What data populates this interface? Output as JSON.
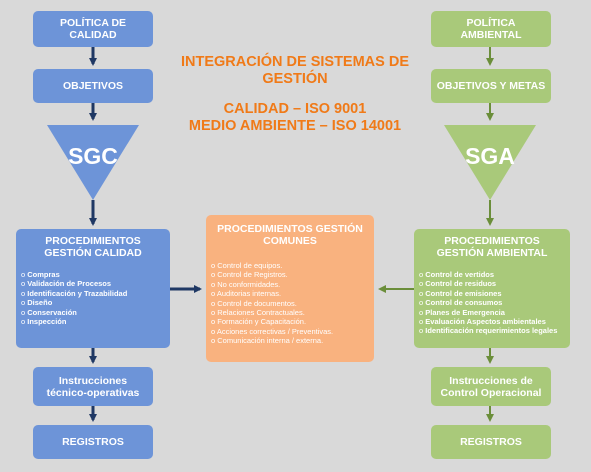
{
  "header": {
    "title_line1": "INTEGRACIÓN DE SISTEMAS DE",
    "title_line2": "GESTIÓN",
    "subtitle_line1": "CALIDAD – ISO 9001",
    "subtitle_line2": "MEDIO AMBIENTE – ISO 14001"
  },
  "left": {
    "policy_line1": "POLÍTICA DE",
    "policy_line2": "CALIDAD",
    "objectives": "OBJETIVOS",
    "system": "SGC",
    "procedures_title_line1": "PROCEDIMIENTOS",
    "procedures_title_line2": "GESTIÓN CALIDAD",
    "procedures": [
      "Compras",
      "Validación de Procesos",
      "Identificación y Trazabilidad",
      "Diseño",
      "Conservación",
      "Inspección"
    ],
    "instructions_line1": "Instrucciones",
    "instructions_line2": "técnico-operativas",
    "records": "REGISTROS"
  },
  "center": {
    "title_line1": "PROCEDIMIENTOS GESTIÓN",
    "title_line2": "COMUNES",
    "items": [
      "Control de equipos.",
      "Control de Registros.",
      "No conformidades.",
      "Auditorias internas.",
      "Control de documentos.",
      "Relaciones Contractuales.",
      "Formación y Capacitación.",
      "Acciones correctivas / Preventivas.",
      "Comunicación interna / externa."
    ]
  },
  "right": {
    "policy_line1": "POLÍTICA",
    "policy_line2": "AMBIENTAL",
    "objectives": "OBJETIVOS Y METAS",
    "system": "SGA",
    "procedures_title_line1": "PROCEDIMIENTOS",
    "procedures_title_line2": "GESTIÓN AMBIENTAL",
    "procedures": [
      "Control de vertidos",
      "Control de residuos",
      "Control de emisiones",
      "Control de consumos",
      "Planes de Emergencia",
      "Evaluación Aspectos ambientales",
      "Identificación requerimientos legales"
    ],
    "instructions_line1": "Instrucciones de",
    "instructions_line2": "Control Operacional",
    "records": "REGISTROS"
  },
  "colors": {
    "background": "#d9d9d9",
    "quality_blue": "#6d94d8",
    "environment_green": "#a9c97a",
    "common_orange": "#f9b27f",
    "title_orange": "#f07a18",
    "arrow_navy": "#1f3864",
    "arrow_green": "#6b8e3a"
  }
}
